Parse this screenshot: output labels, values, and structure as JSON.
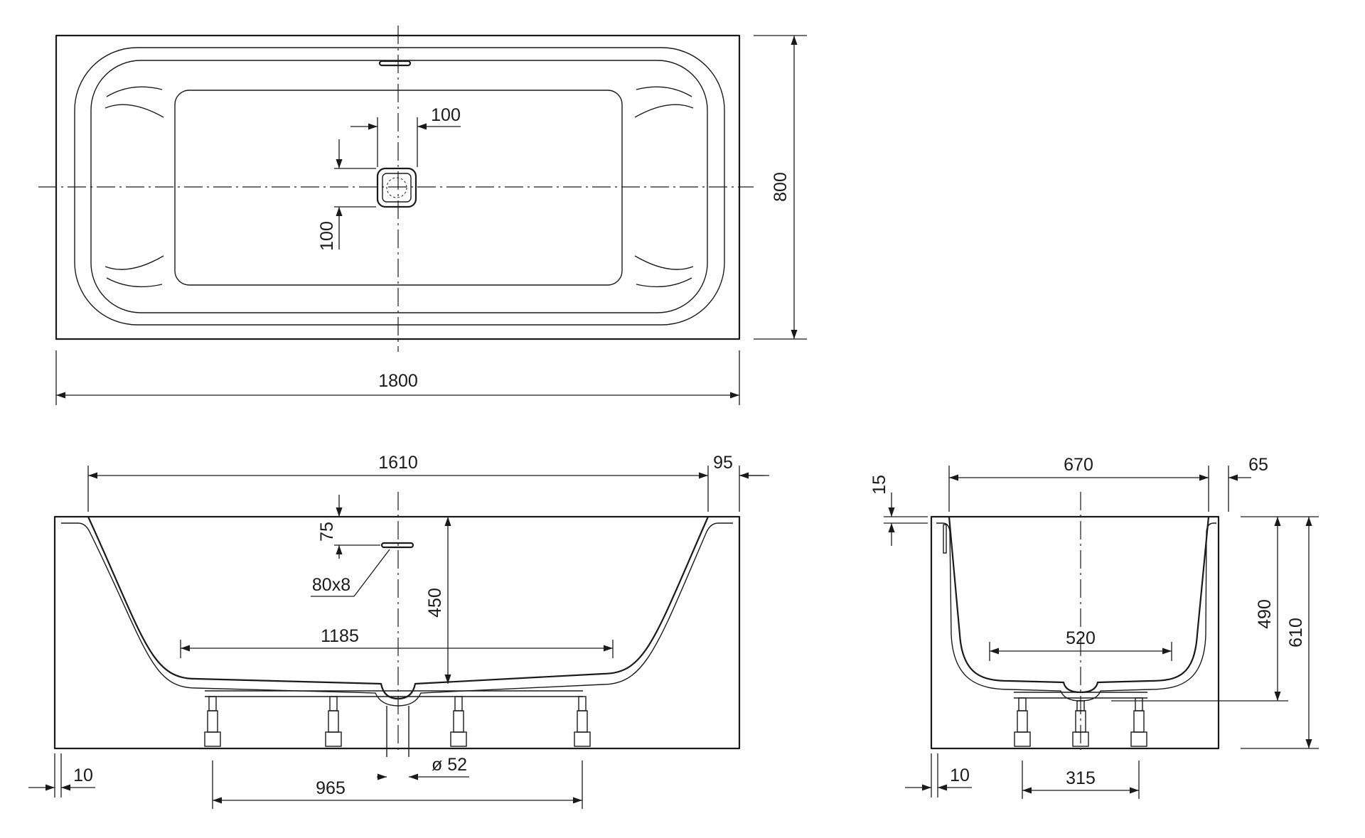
{
  "drawing": {
    "top_view": {
      "overall_length": "1800",
      "overall_width": "800",
      "drain_offset_x": "100",
      "drain_offset_y": "100"
    },
    "side_view": {
      "inner_length": "1610",
      "rim_offset": "95",
      "overflow_drop": "75",
      "overflow_size": "80x8",
      "depth": "450",
      "bottom_length": "1185",
      "wall_thickness": "10",
      "feet_spacing": "965",
      "drain_diameter": "ø 52"
    },
    "end_view": {
      "inner_width": "670",
      "rim_offset": "65",
      "rim_step": "15",
      "bottom_width": "520",
      "inner_depth": "490",
      "total_height": "610",
      "wall_thickness": "10",
      "feet_spacing": "315"
    }
  }
}
